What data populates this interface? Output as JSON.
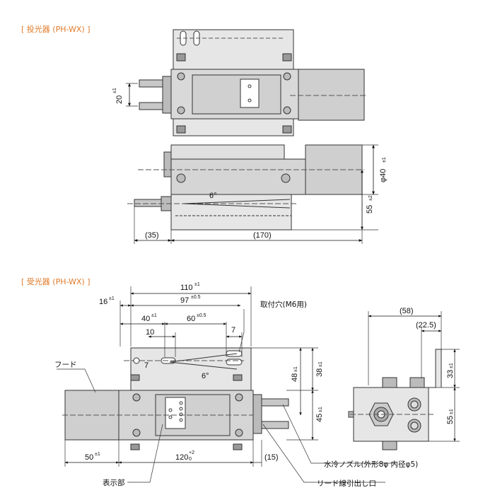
{
  "sections": {
    "emitter_title": "[ 投光器 (PH-WX) ]",
    "receiver_title": "[ 受光器 (PH-WX) ]"
  },
  "emitter": {
    "dim_20": "20",
    "dim_20_tol": "±1",
    "dim_6deg": "6°",
    "dim_phi40": "φ40",
    "dim_phi40_tol": "±1",
    "dim_55": "55",
    "dim_55_tol": "±2",
    "dim_35": "(35)",
    "dim_170": "(170)"
  },
  "receiver": {
    "dim_110": "110",
    "dim_110_tol": "±1",
    "dim_97": "97",
    "dim_97_tol": "±0.5",
    "dim_16": "16",
    "dim_16_tol": "±1",
    "dim_40": "40",
    "dim_40_tol": "±1",
    "dim_60": "60",
    "dim_60_tol": "±0.5",
    "dim_10": "10",
    "dim_7a": "7",
    "dim_7b": "7",
    "dim_6deg": "6°",
    "dim_48": "48",
    "dim_48_tol": "±1",
    "dim_38": "38",
    "dim_38_tol": "±1",
    "dim_45": "45",
    "dim_45_tol": "±1",
    "dim_50": "50",
    "dim_50_tol": "±1",
    "dim_120": "120",
    "dim_120_tol_up": "+2",
    "dim_120_tol_dn": "0",
    "dim_15": "(15)",
    "dim_58": "(58)",
    "dim_22_5": "(22.5)",
    "dim_33": "33",
    "dim_33_tol": "±1",
    "dim_55": "55",
    "dim_55_tol": "±1",
    "label_mount_hole": "取付穴(M6用)",
    "label_hood": "フード",
    "label_display": "表示部",
    "label_nozzle": "水冷ノズル(外形8φ 内径φ5)",
    "label_lead": "リード線引出し口"
  }
}
